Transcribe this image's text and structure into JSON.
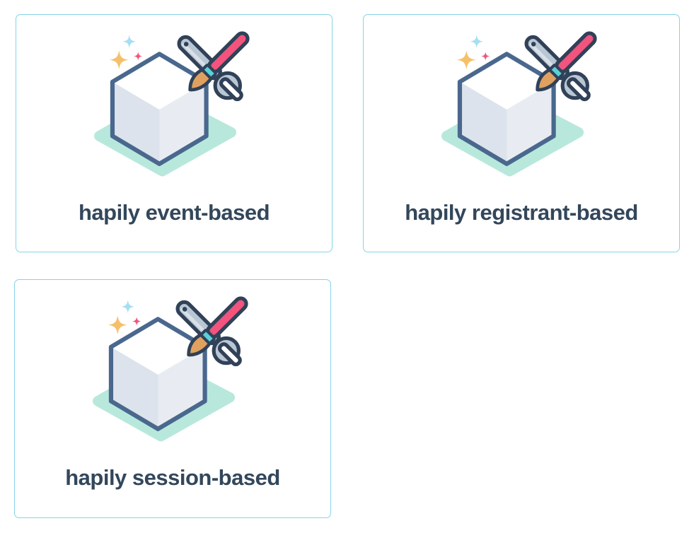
{
  "cards": [
    {
      "label": "hapily event-based"
    },
    {
      "label": "hapily registrant-based"
    },
    {
      "label": "hapily session-based"
    }
  ],
  "icon": {
    "name": "custom-object-builder-icon",
    "description": "isometric cube on teal diamond shadow with crossed wrench and paintbrush and sparkles"
  },
  "colors": {
    "card_bg": "#ffffff",
    "card_border": "#84d5e5",
    "label": "#33475b",
    "cube_outline": "#4a688e",
    "cube_top": "#ffffff",
    "cube_left": "#dde3ec",
    "cube_right": "#e8ecf2",
    "shadow_diamond": "#b8e8dc",
    "tool_outline": "#304158",
    "wrench_body": "#b9c6d4",
    "wrench_light": "#d8e0e8",
    "brush_handle": "#f2547d",
    "brush_ferrule": "#5ad0d8",
    "brush_bristles": "#e0a160",
    "sparkle_orange": "#f5c06b",
    "sparkle_blue": "#a5dff2",
    "sparkle_pink": "#f2547d"
  }
}
